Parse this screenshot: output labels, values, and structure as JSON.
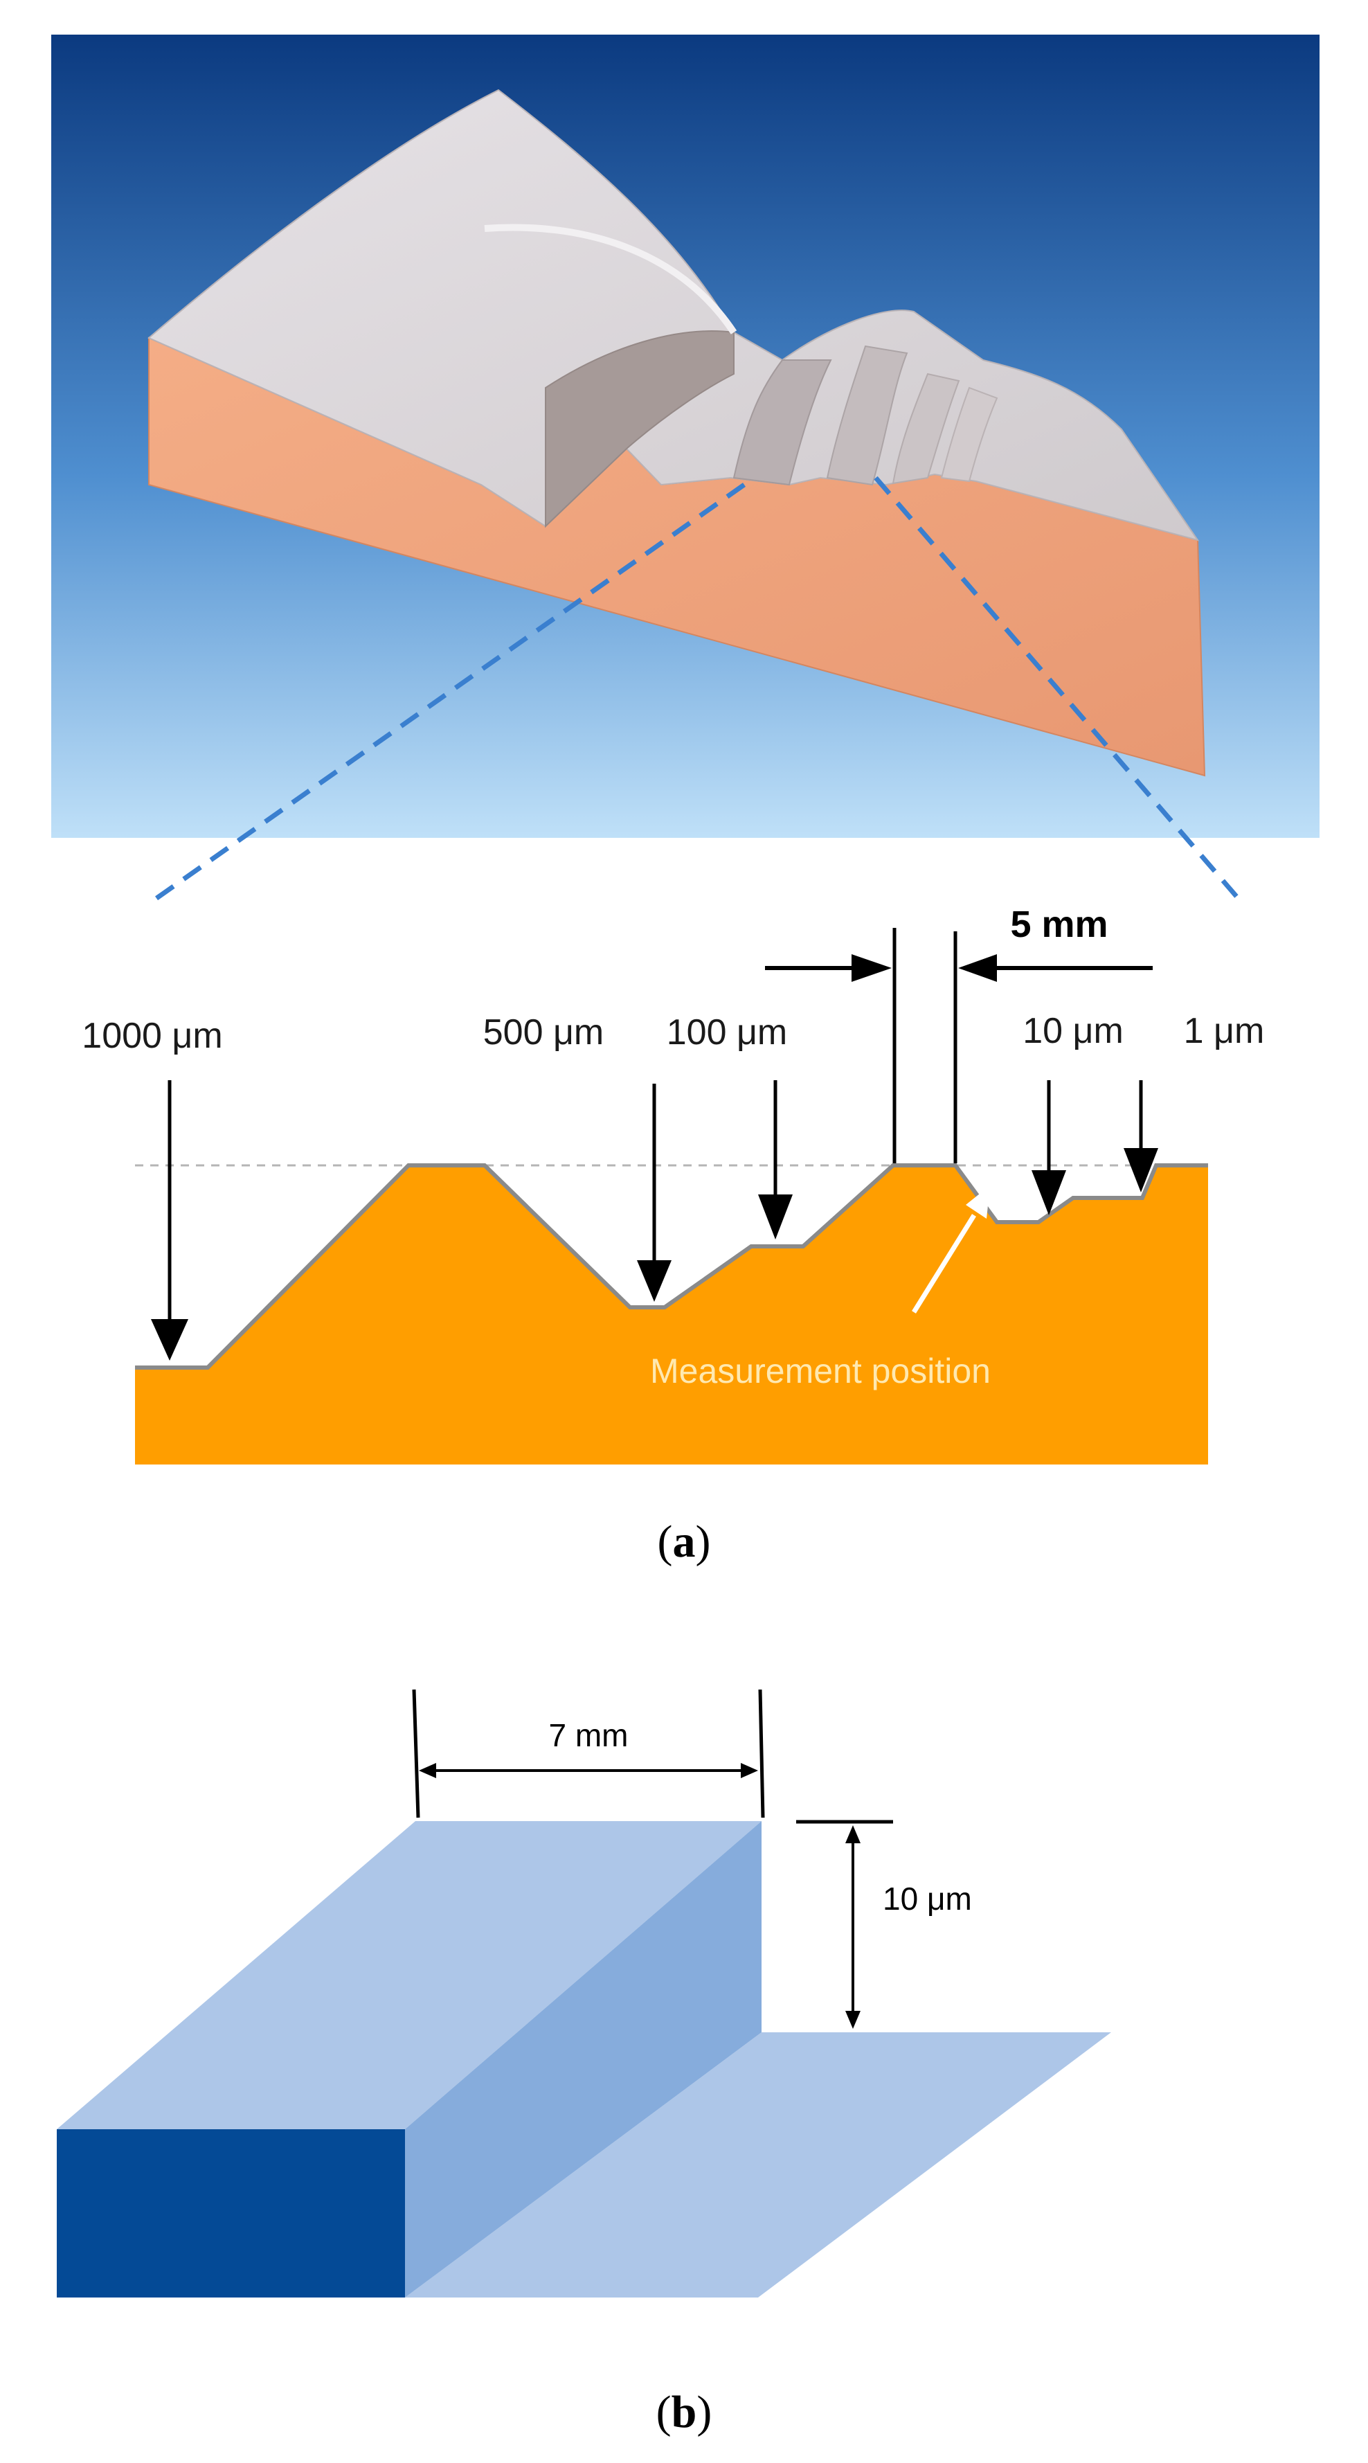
{
  "panel_a": {
    "labels": {
      "depth_1000": "1000 μm",
      "depth_500": "500 μm",
      "depth_100": "100 μm",
      "depth_10": "10 μm",
      "depth_1": "1 μm",
      "width_5mm": "5 mm",
      "measurement_position": "Measurement position"
    },
    "caption": {
      "open": "(",
      "letter": "a",
      "close": ")"
    },
    "colors": {
      "sky_top": "#0b3a80",
      "sky_bottom": "#bfe0f8",
      "block_side": "#f2a57e",
      "block_top": "#d8d3d6",
      "profile_fill": "#ff9e00",
      "profile_edge": "#8a8a8a",
      "zoom_line": "#3a7fcf",
      "measurement_text": "#ffe9b0"
    }
  },
  "panel_b": {
    "labels": {
      "width_7mm": "7 mm",
      "height_10um": "10 μm"
    },
    "caption": {
      "open": "(",
      "letter": "b",
      "close": ")"
    },
    "colors": {
      "front_face": "#044a96",
      "side_face": "#86acdc",
      "top_face": "#adc6e8"
    }
  }
}
